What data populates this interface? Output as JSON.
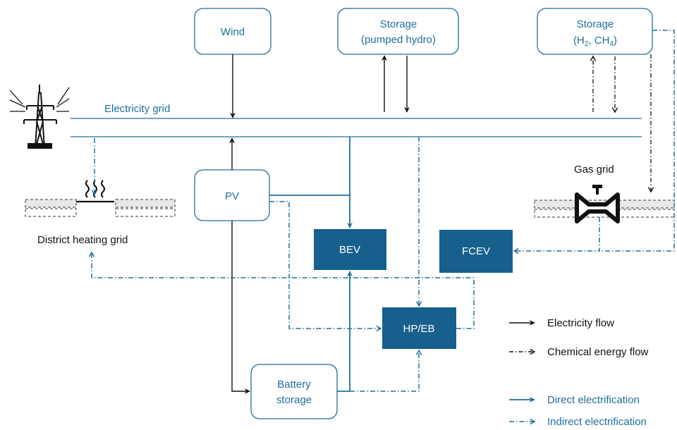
{
  "colors": {
    "blue": "#1f6f9b",
    "dark_blue": "#175f8c",
    "black": "#111111",
    "white": "#ffffff"
  },
  "nodes": {
    "wind": "Wind",
    "storage_pumped_line1": "Storage",
    "storage_pumped_line2": "(pumped hydro)",
    "storage_h2_line1": "Storage",
    "storage_h2_line2_a": "(H",
    "storage_h2_line2_sub1": "2",
    "storage_h2_line2_b": ", CH",
    "storage_h2_line2_sub2": "4",
    "storage_h2_line2_c": ")",
    "pv": "PV",
    "bev": "BEV",
    "fcev": "FCEV",
    "hp_eb": "HP/EB",
    "battery_line1": "Battery",
    "battery_line2": "storage"
  },
  "labels": {
    "electricity_grid": "Electricity grid",
    "gas_grid": "Gas grid",
    "district_heating_grid": "District heating grid"
  },
  "icons": {
    "pylon": "power-pylon-icon",
    "heat": "heat-waves-icon",
    "valve": "gas-valve-icon"
  },
  "legend": {
    "electricity_flow": "Electricity flow",
    "chemical_energy_flow": "Chemical energy flow",
    "direct_electrification": "Direct electrification",
    "indirect_electrification": "Indirect electrification"
  }
}
